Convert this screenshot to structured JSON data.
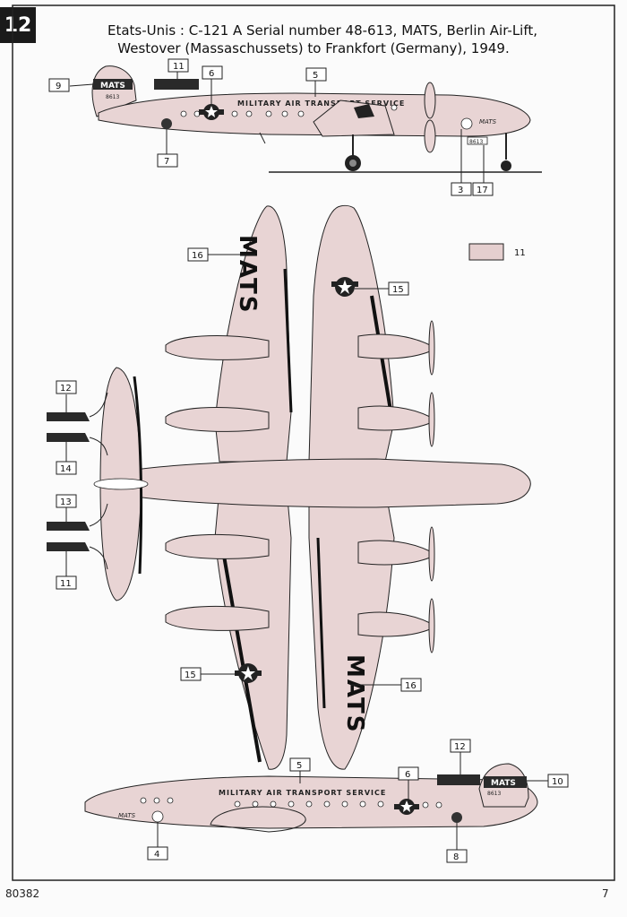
{
  "step_number": "12",
  "title_lines": [
    "Etats-Unis : C-121 A Serial number 48-613, MATS, Berlin Air-Lift,",
    "Westover (Massaschussets) to Frankfort (Germany), 1949."
  ],
  "colors": {
    "aircraft_body": "#e8d4d4",
    "outline": "#222222",
    "leading_edge_black": "#111111",
    "stripe_dark": "#2a2a2a",
    "swatch_11": "#e5cfcf"
  },
  "side_view_top": {
    "fuselage_text": "MILITARY   AIR   TRANSPORT   SERVICE",
    "tail_text": "MATS",
    "tail_serial": "8613",
    "nose_text": "MATS",
    "nose_serial": "8613",
    "callouts": [
      "9",
      "11",
      "6",
      "5",
      "7",
      "3",
      "17"
    ]
  },
  "plan_view": {
    "wing_text_top": "MATS",
    "wing_text_bottom": "MATS",
    "callouts": [
      "16",
      "15",
      "12",
      "14",
      "13",
      "11",
      "15",
      "16"
    ]
  },
  "color_legend": {
    "label": "11"
  },
  "side_view_bottom": {
    "fuselage_text": "MILITARY   AIR   TRANSPORT   SERVICE",
    "tail_text": "MATS",
    "tail_serial": "8613",
    "nose_text": "MATS",
    "callouts": [
      "12",
      "5",
      "6",
      "10",
      "4",
      "8"
    ]
  },
  "footer": {
    "code": "80382",
    "page": "7"
  }
}
